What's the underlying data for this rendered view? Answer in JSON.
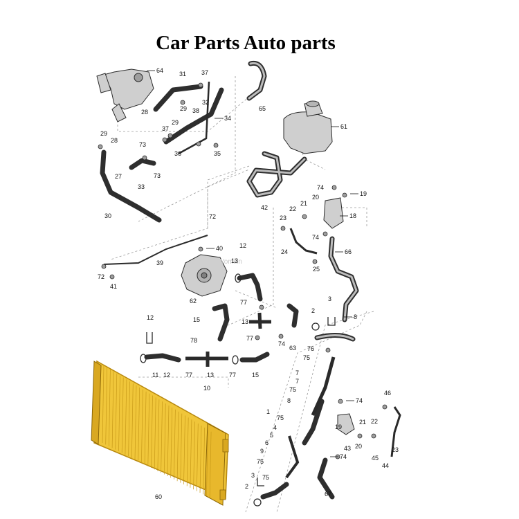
{
  "title": "Car Parts Auto parts",
  "watermark": "Yomilin",
  "colors": {
    "radiator": "#f0c63a",
    "radiator_dark": "#c89a18",
    "hose": "#2e2e2e",
    "guide": "#9a9a9a"
  },
  "callouts": [
    {
      "id": "c64",
      "text": "64"
    },
    {
      "id": "c31",
      "text": "31"
    },
    {
      "id": "c37a",
      "text": "37"
    },
    {
      "id": "c32",
      "text": "32"
    },
    {
      "id": "c28a",
      "text": "28"
    },
    {
      "id": "c29a",
      "text": "29"
    },
    {
      "id": "c38",
      "text": "38"
    },
    {
      "id": "c29b",
      "text": "29"
    },
    {
      "id": "c37b",
      "text": "37"
    },
    {
      "id": "c34",
      "text": "34"
    },
    {
      "id": "c65",
      "text": "65"
    },
    {
      "id": "c61",
      "text": "61"
    },
    {
      "id": "c29c",
      "text": "29"
    },
    {
      "id": "c28b",
      "text": "28"
    },
    {
      "id": "c73a",
      "text": "73"
    },
    {
      "id": "c73b",
      "text": "73"
    },
    {
      "id": "c36",
      "text": "36"
    },
    {
      "id": "c35",
      "text": "35"
    },
    {
      "id": "c33",
      "text": "33"
    },
    {
      "id": "c27",
      "text": "27"
    },
    {
      "id": "c30",
      "text": "30"
    },
    {
      "id": "c42",
      "text": "42"
    },
    {
      "id": "c74a",
      "text": "74"
    },
    {
      "id": "c19a",
      "text": "19"
    },
    {
      "id": "c20a",
      "text": "20"
    },
    {
      "id": "c21a",
      "text": "21"
    },
    {
      "id": "c22a",
      "text": "22"
    },
    {
      "id": "c23a",
      "text": "23"
    },
    {
      "id": "c18",
      "text": "18"
    },
    {
      "id": "c72a",
      "text": "72"
    },
    {
      "id": "c40",
      "text": "40"
    },
    {
      "id": "c74b",
      "text": "74"
    },
    {
      "id": "c24",
      "text": "24"
    },
    {
      "id": "c66",
      "text": "66"
    },
    {
      "id": "c25",
      "text": "25"
    },
    {
      "id": "c12a",
      "text": "12"
    },
    {
      "id": "c13a",
      "text": "13"
    },
    {
      "id": "c39",
      "text": "39"
    },
    {
      "id": "c72b",
      "text": "72"
    },
    {
      "id": "c41",
      "text": "41"
    },
    {
      "id": "c62",
      "text": "62"
    },
    {
      "id": "c77a",
      "text": "77"
    },
    {
      "id": "c2a",
      "text": "2"
    },
    {
      "id": "c3a",
      "text": "3"
    },
    {
      "id": "c8",
      "text": "8"
    },
    {
      "id": "c12b",
      "text": "12"
    },
    {
      "id": "c15a",
      "text": "15"
    },
    {
      "id": "c13b",
      "text": "13"
    },
    {
      "id": "c78",
      "text": "78"
    },
    {
      "id": "c77b",
      "text": "77"
    },
    {
      "id": "c74c",
      "text": "74"
    },
    {
      "id": "c63",
      "text": "63"
    },
    {
      "id": "c76",
      "text": "76"
    },
    {
      "id": "c75a",
      "text": "75"
    },
    {
      "id": "c11",
      "text": "11"
    },
    {
      "id": "c12c",
      "text": "12"
    },
    {
      "id": "c77c",
      "text": "77"
    },
    {
      "id": "c13c",
      "text": "13"
    },
    {
      "id": "c77d",
      "text": "77"
    },
    {
      "id": "c15b",
      "text": "15"
    },
    {
      "id": "c10",
      "text": "10"
    },
    {
      "id": "c7a",
      "text": "7"
    },
    {
      "id": "c75b",
      "text": "75"
    },
    {
      "id": "c7b",
      "text": "7"
    },
    {
      "id": "c8b",
      "text": "8"
    },
    {
      "id": "c74d",
      "text": "74"
    },
    {
      "id": "c46",
      "text": "46"
    },
    {
      "id": "c1",
      "text": "1"
    },
    {
      "id": "c75c",
      "text": "75"
    },
    {
      "id": "c19b",
      "text": "19"
    },
    {
      "id": "c21b",
      "text": "21"
    },
    {
      "id": "c22b",
      "text": "22"
    },
    {
      "id": "c4",
      "text": "4"
    },
    {
      "id": "c5",
      "text": "5"
    },
    {
      "id": "c6",
      "text": "6"
    },
    {
      "id": "c20b",
      "text": "20"
    },
    {
      "id": "c43",
      "text": "43"
    },
    {
      "id": "c45",
      "text": "45"
    },
    {
      "id": "c23b",
      "text": "23"
    },
    {
      "id": "c9",
      "text": "9"
    },
    {
      "id": "c75d",
      "text": "75"
    },
    {
      "id": "c44",
      "text": "44"
    },
    {
      "id": "c74e",
      "text": "74"
    },
    {
      "id": "c3b",
      "text": "3"
    },
    {
      "id": "c75e",
      "text": "75"
    },
    {
      "id": "c2b",
      "text": "2"
    },
    {
      "id": "c67",
      "text": "67"
    },
    {
      "id": "c60",
      "text": "60"
    }
  ]
}
